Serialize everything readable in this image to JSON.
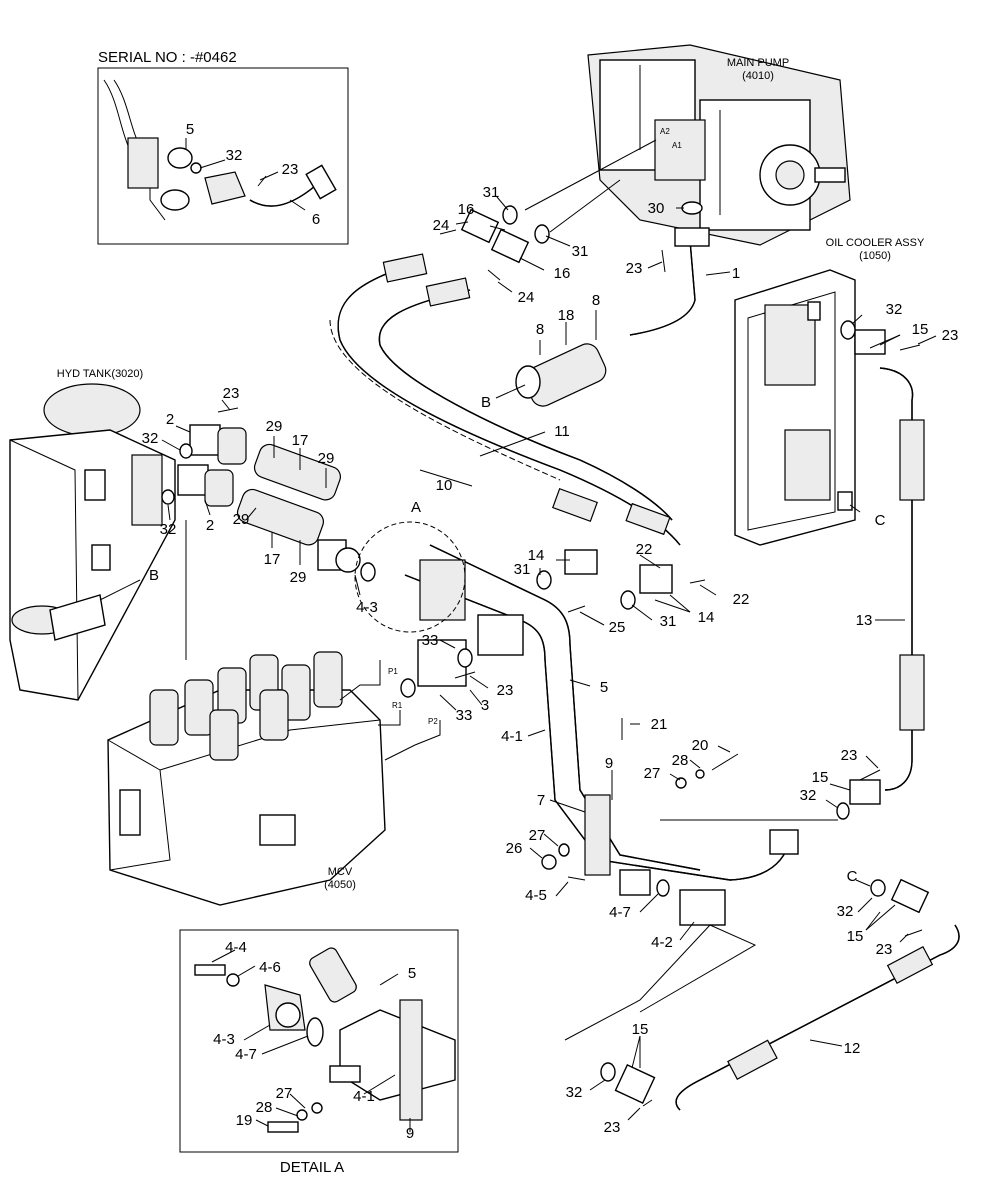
{
  "titles": {
    "serial_no": "SERIAL NO : -#0462",
    "main_pump": "MAIN PUMP",
    "main_pump_code": "(4010)",
    "oil_cooler": "OIL COOLER ASSY",
    "oil_cooler_code": "(1050)",
    "hyd_tank": "HYD TANK(3020)",
    "mcv": "MCV",
    "mcv_code": "(4050)",
    "detail_a": "DETAIL A"
  },
  "ports": [
    "A2",
    "A1",
    "P1",
    "R1",
    "P2"
  ],
  "callouts": {
    "inset": [
      "5",
      "32",
      "23",
      "6"
    ],
    "pump_area": [
      "31",
      "16",
      "24",
      "30",
      "31",
      "16",
      "24",
      "23",
      "1",
      "8",
      "18",
      "8",
      "B"
    ],
    "cooler_area": [
      "32",
      "15",
      "23",
      "C",
      "13"
    ],
    "tank_area": [
      "23",
      "2",
      "32",
      "32",
      "2",
      "29",
      "17",
      "29",
      "29",
      "17",
      "29",
      "B",
      "A",
      "4-3"
    ],
    "hoses": [
      "11",
      "10"
    ],
    "center": [
      "14",
      "22",
      "31",
      "22",
      "14",
      "31",
      "25",
      "33",
      "23",
      "33",
      "3",
      "5",
      "4-1",
      "21",
      "20",
      "28",
      "27",
      "9",
      "7",
      "27",
      "26",
      "4-5",
      "4-7",
      "4-2",
      "23",
      "15",
      "32"
    ],
    "lower_right": [
      "C",
      "32",
      "15",
      "23",
      "12",
      "15",
      "32",
      "23"
    ],
    "detail": [
      "4-4",
      "4-6",
      "5",
      "4-3",
      "4-7",
      "27",
      "28",
      "19",
      "4-1",
      "9"
    ]
  }
}
